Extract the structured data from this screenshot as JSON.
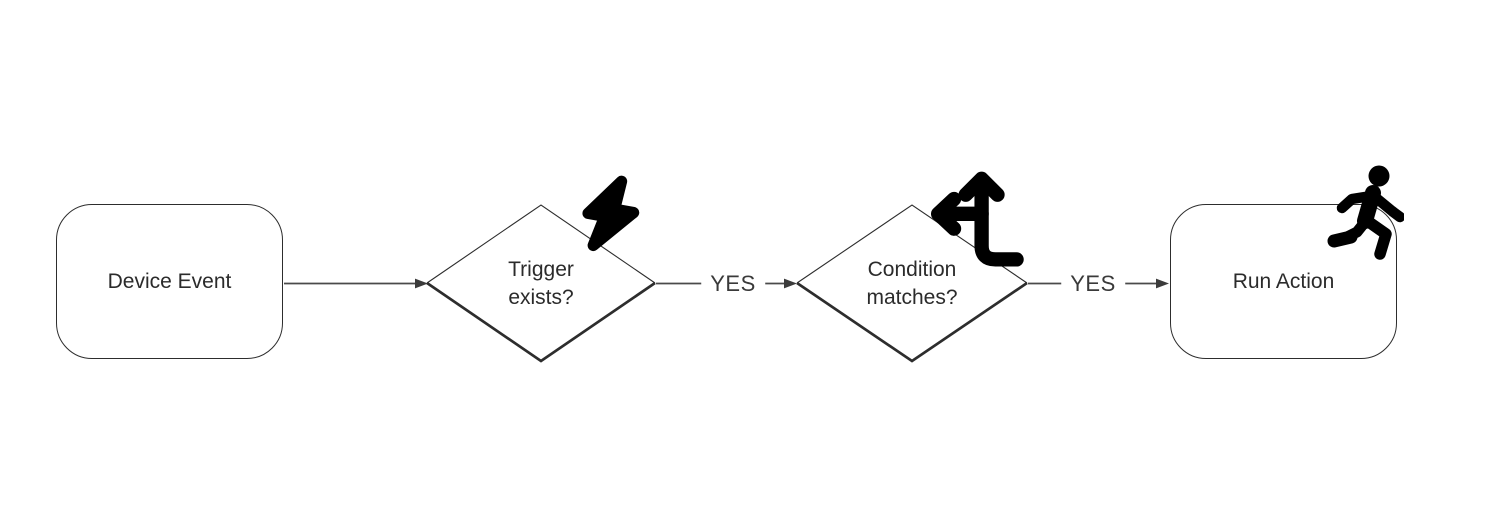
{
  "nodes": {
    "device_event": {
      "label": "Device Event",
      "shape": "rounded-rectangle"
    },
    "trigger_exists": {
      "label": "Trigger exists?",
      "shape": "diamond",
      "icon": "lightning-bolt-icon"
    },
    "condition_matches": {
      "label": "Condition matches?",
      "shape": "diamond",
      "icon": "arrows-split-up-left-icon"
    },
    "run_action": {
      "label": "Run Action",
      "shape": "rounded-rectangle",
      "icon": "person-running-icon"
    }
  },
  "edges": {
    "device_to_trigger": {
      "from": "device_event",
      "to": "trigger_exists",
      "label": ""
    },
    "trigger_to_condition": {
      "from": "trigger_exists",
      "to": "condition_matches",
      "label": "YES"
    },
    "condition_to_action": {
      "from": "condition_matches",
      "to": "run_action",
      "label": "YES"
    }
  },
  "colors": {
    "background": "#ffffff",
    "shape_stroke": "#2d2d2d",
    "arrow_stroke": "#4a4a4a",
    "text": "#2b2b2b",
    "icon": "#000000"
  }
}
